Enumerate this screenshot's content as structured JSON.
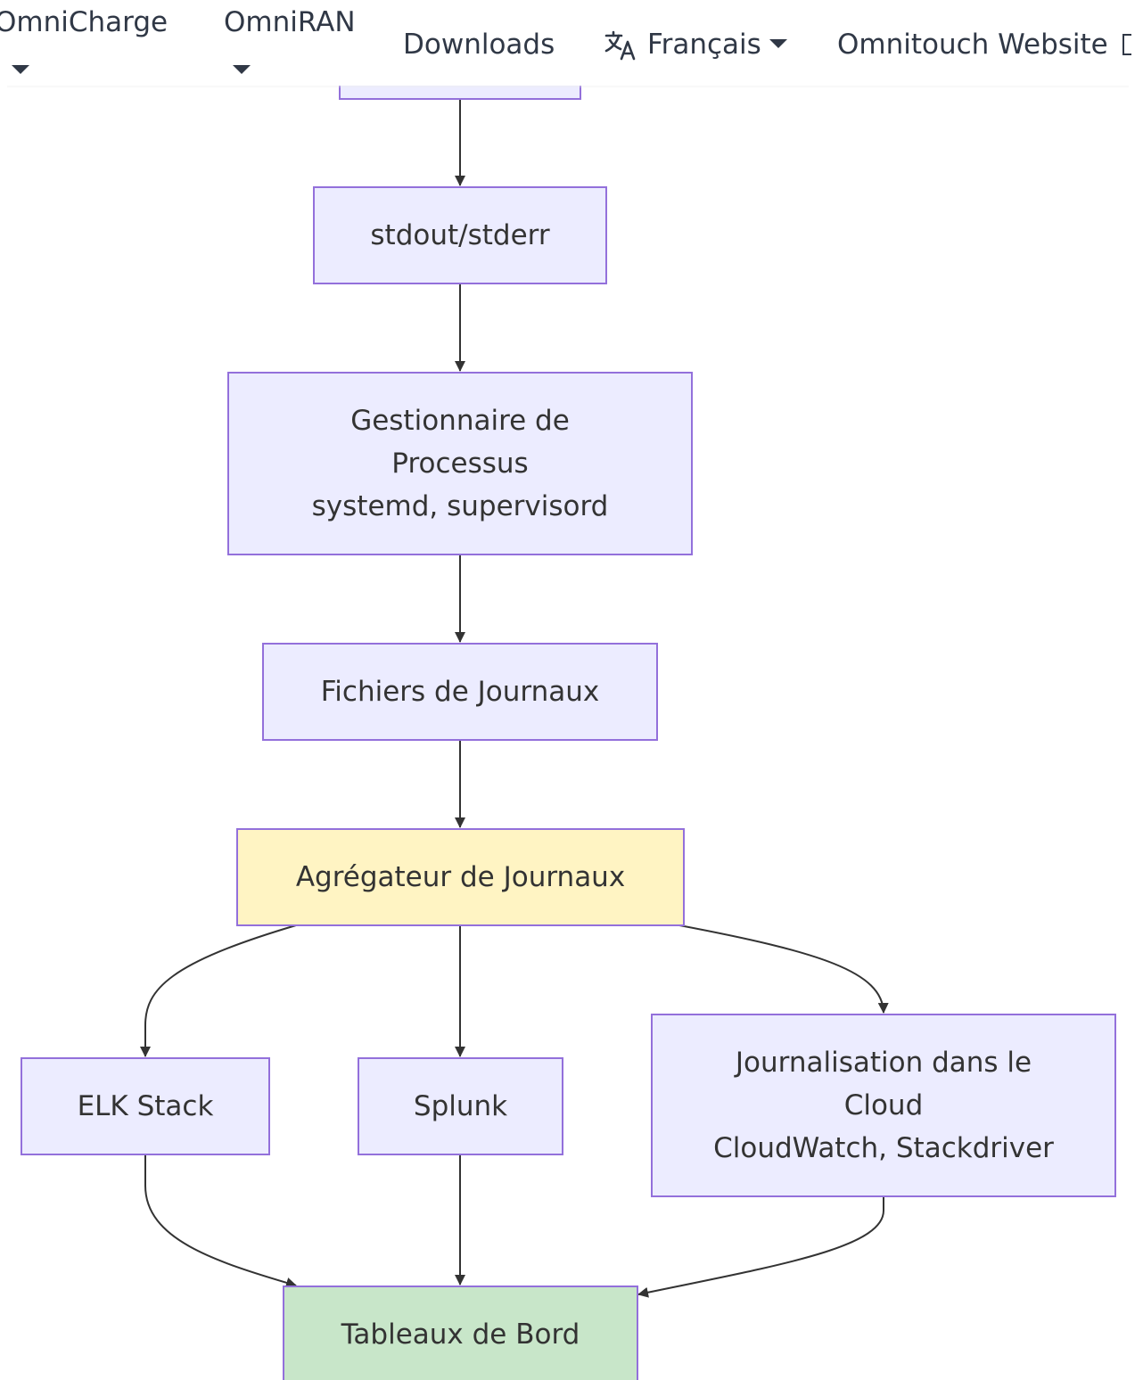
{
  "navbar": {
    "items": [
      {
        "label": "OmniCharge",
        "has_dropdown": true
      },
      {
        "label": "OmniRAN",
        "has_dropdown": true
      },
      {
        "label": "Downloads",
        "has_dropdown": false
      },
      {
        "label": "Français",
        "has_dropdown": true,
        "icon": "translate-icon"
      },
      {
        "label": "Omnitouch Website",
        "has_dropdown": false,
        "icon": "external-link-icon"
      }
    ]
  },
  "diagram": {
    "nodes": {
      "top_partial": {
        "lines": [
          ""
        ]
      },
      "stdout": {
        "lines": [
          "stdout/stderr"
        ]
      },
      "process_manager": {
        "lines": [
          "Gestionnaire de",
          "Processus",
          "systemd, supervisord"
        ]
      },
      "log_files": {
        "lines": [
          "Fichiers de Journaux"
        ]
      },
      "log_aggregator": {
        "lines": [
          "Agrégateur de Journaux"
        ]
      },
      "elk": {
        "lines": [
          "ELK Stack"
        ]
      },
      "splunk": {
        "lines": [
          "Splunk"
        ]
      },
      "cloud_logging": {
        "lines": [
          "Journalisation dans le",
          "Cloud",
          "CloudWatch, Stackdriver"
        ]
      },
      "dashboards": {
        "lines": [
          "Tableaux de Bord"
        ]
      }
    },
    "colors": {
      "node_fill": "#ececff",
      "node_border": "#9370db",
      "aggregator_fill": "#fff4c3",
      "dashboard_fill": "#c8e6c9",
      "edge": "#333333"
    }
  }
}
